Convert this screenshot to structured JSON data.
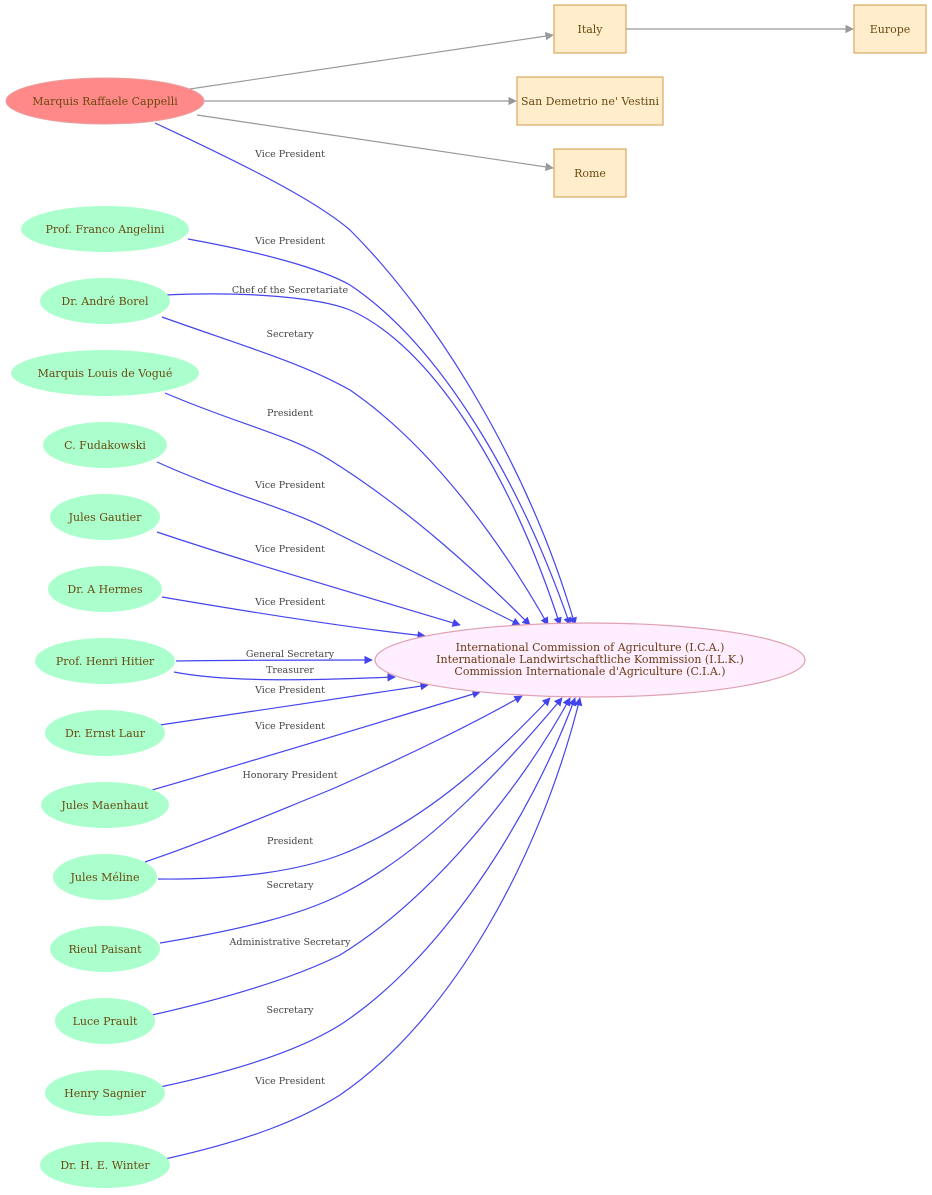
{
  "colors": {
    "person_fill": "#aaffcc",
    "main_fill": "#ff8888",
    "main_stroke": "#e8a0a0",
    "place_fill": "#ffedcc",
    "place_stroke": "#d9a860",
    "org_fill": "#ffeeff",
    "org_stroke": "#e0a0b0",
    "edge_blue": "#4444ee",
    "edge_gray": "#999999"
  },
  "main_person": {
    "id": "cappelli",
    "label": "Marquis Raffaele Cappelli"
  },
  "places": [
    {
      "id": "italy",
      "label": "Italy"
    },
    {
      "id": "sandemetrio",
      "label": "San Demetrio ne' Vestini"
    },
    {
      "id": "rome",
      "label": "Rome"
    },
    {
      "id": "europe",
      "label": "Europe"
    }
  ],
  "organization": {
    "id": "ica",
    "lines": [
      "International Commission of Agriculture (I.C.A.)",
      "Internationale Landwirtschaftliche Kommission (I.L.K.)",
      "Commission Internationale d'Agriculture (C.I.A.)"
    ]
  },
  "people": [
    {
      "id": "angelini",
      "label": "Prof. Franco Angelini"
    },
    {
      "id": "borel",
      "label": "Dr. André Borel"
    },
    {
      "id": "vogue",
      "label": "Marquis Louis de Vogué"
    },
    {
      "id": "fudakowski",
      "label": "C.  Fudakowski"
    },
    {
      "id": "gautier",
      "label": "Jules Gautier"
    },
    {
      "id": "hermes",
      "label": "Dr. A Hermes"
    },
    {
      "id": "hitier",
      "label": "Prof. Henri Hitier"
    },
    {
      "id": "laur",
      "label": "Dr. Ernst Laur"
    },
    {
      "id": "maenhaut",
      "label": "Jules Maenhaut"
    },
    {
      "id": "meline",
      "label": "Jules Méline"
    },
    {
      "id": "paisant",
      "label": "Rieul Paisant"
    },
    {
      "id": "prault",
      "label": "Luce Prault"
    },
    {
      "id": "sagnier",
      "label": "Henry Sagnier"
    },
    {
      "id": "winter",
      "label": "Dr. H. E. Winter"
    }
  ],
  "relations": [
    {
      "from": "cappelli",
      "label": "Vice President"
    },
    {
      "from": "angelini",
      "label": "Vice President"
    },
    {
      "from": "borel",
      "label": "Chef of the Secretariate"
    },
    {
      "from": "borel",
      "label": "Secretary"
    },
    {
      "from": "vogue",
      "label": "President"
    },
    {
      "from": "fudakowski",
      "label": "Vice President"
    },
    {
      "from": "gautier",
      "label": "Vice President"
    },
    {
      "from": "hermes",
      "label": "Vice President"
    },
    {
      "from": "hitier",
      "label": "General Secretary"
    },
    {
      "from": "hitier",
      "label": "Treasurer"
    },
    {
      "from": "laur",
      "label": "Vice President"
    },
    {
      "from": "maenhaut",
      "label": "Vice President"
    },
    {
      "from": "meline",
      "label": "Honorary President"
    },
    {
      "from": "meline",
      "label": "President"
    },
    {
      "from": "paisant",
      "label": "Secretary"
    },
    {
      "from": "prault",
      "label": "Administrative Secretary"
    },
    {
      "from": "sagnier",
      "label": "Secretary"
    },
    {
      "from": "winter",
      "label": "Vice President"
    }
  ],
  "place_links": [
    {
      "from": "cappelli",
      "to": "italy"
    },
    {
      "from": "cappelli",
      "to": "sandemetrio"
    },
    {
      "from": "cappelli",
      "to": "rome"
    },
    {
      "from": "italy",
      "to": "europe"
    }
  ]
}
